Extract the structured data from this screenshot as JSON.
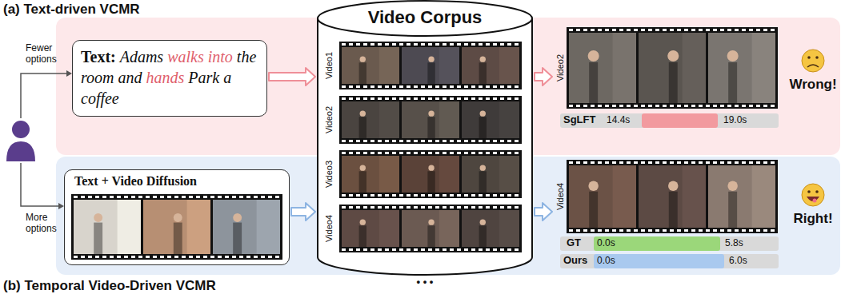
{
  "diagram": {
    "nodes": [
      {
        "text": [
          "(a) Text-driven VCMR"
        ]
      },
      {
        "text": [
          "Text:",
          "Adams",
          "walks into",
          "the room and",
          "hands",
          "Park a coffee"
        ],
        "in": 0
      },
      {
        "text": [
          "(b) Temporal Video-Driven VCMR"
        ]
      },
      {
        "text": [
          "Text + Video Diffusion"
        ],
        "in": 2
      },
      {
        "text": [
          "Video Corpus",
          "Video1",
          "Video2",
          "Video3",
          "Video4",
          "• • •"
        ]
      },
      {
        "text": [
          "Video2",
          "SgLFT",
          "14.4s",
          "19.0s"
        ],
        "in": 0
      },
      {
        "text": [
          "Video4",
          "GT",
          "0.0s",
          "5.8s",
          "Ours",
          "0.0s",
          "6.0s"
        ],
        "in": 2
      }
    ],
    "edges": [
      {
        "from": 1,
        "to": 4,
        "arrow": "to"
      },
      {
        "from": 3,
        "to": 4,
        "arrow": "to"
      },
      {
        "from": 4,
        "to": 5,
        "arrow": "to"
      },
      {
        "from": 4,
        "to": 6,
        "arrow": "to"
      }
    ],
    "labels": [
      "Fewer options",
      "More options",
      "Wrong!",
      "Right!"
    ]
  }
}
